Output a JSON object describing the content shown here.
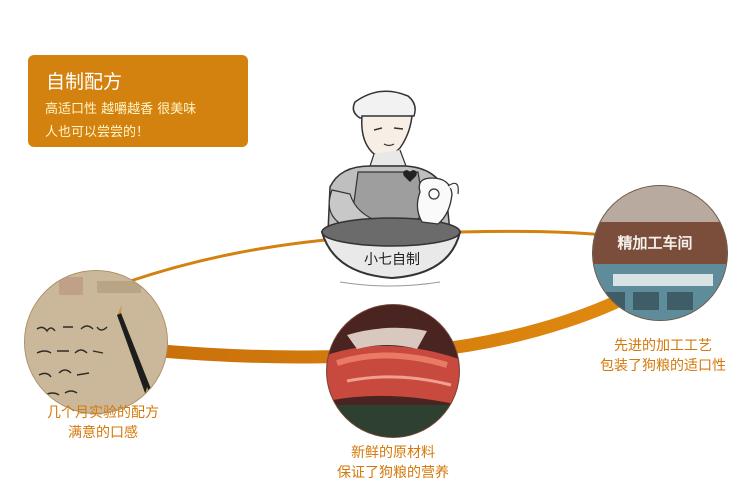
{
  "promo": {
    "title": "自制配方",
    "line1": "高适口性 越嚼越香 很美味",
    "line2": "人也可以尝尝的！"
  },
  "chef_illustration": {
    "bowl_text": "小七自制"
  },
  "features": [
    {
      "caption_line1": "几个月实验的配方",
      "caption_line2": "满意的口感"
    },
    {
      "caption_line1": "新鲜的原材料",
      "caption_line2": "保证了狗粮的营养"
    },
    {
      "caption_line1": "先进的加工工艺",
      "caption_line2": "包装了狗粮的适口性",
      "photo_sign": "精加工车间"
    }
  ],
  "colors": {
    "accent": "#d4820f",
    "caption": "#d4780a",
    "promo_subtext": "#fff6c8"
  },
  "icons": {
    "heart": "heart-icon"
  }
}
